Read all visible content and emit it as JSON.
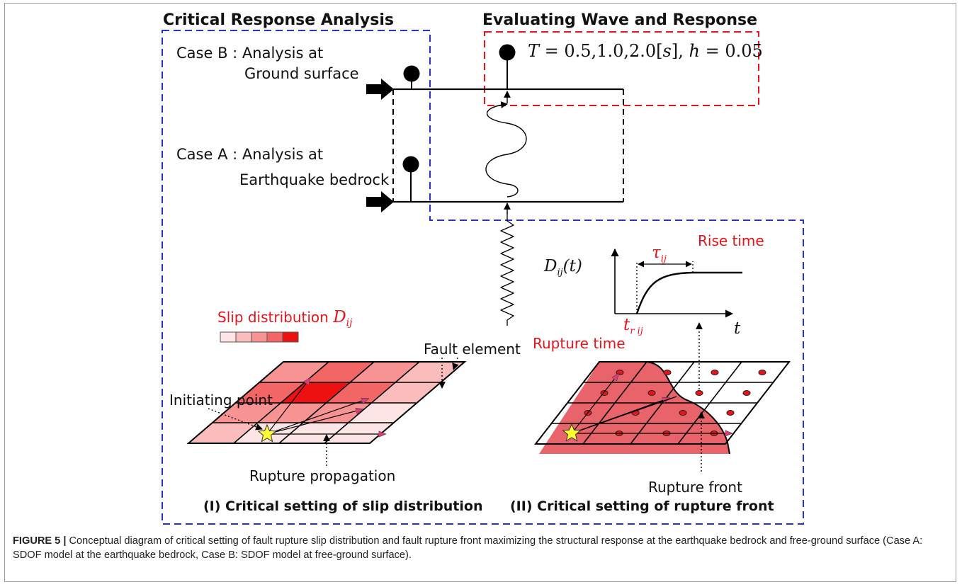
{
  "panels": {
    "critical_response_title": "Critical Response Analysis",
    "evaluating_title": "Evaluating Wave and Response"
  },
  "cases": {
    "b_line1": "Case B : Analysis at",
    "b_line2": "Ground surface",
    "a_line1": "Case A : Analysis at",
    "a_line2": "Earthquake bedrock"
  },
  "parameters": {
    "period_symbol": "T",
    "period_values": "= 0.5,1.0,2.0[",
    "period_unit": "s",
    "period_close": "],",
    "damping_symbol": "h",
    "damping_value": "= 0.05"
  },
  "slip_panel": {
    "legend_label": "Slip distribution",
    "legend_symbol": "D",
    "legend_subscript": "ij",
    "legend_colors": [
      "#fde5e5",
      "#fbbcbc",
      "#f89393",
      "#f36666",
      "#ee1111"
    ],
    "fault_element": "Fault element",
    "initiating_point": "Initiating point",
    "rupture_propagation": "Rupture propagation",
    "heading": "(I) Critical setting of slip distribution"
  },
  "front_panel": {
    "rise_time": "Rise time",
    "tau_symbol": "τ",
    "tau_subscript": "ij",
    "d_symbol": "D",
    "d_subscript": "ij",
    "d_argument": "(t)",
    "t_axis": "t",
    "tr_symbol": "t",
    "tr_subscript": "r ij",
    "rupture_time": "Rupture time",
    "rupture_front": "Rupture front",
    "heading": "(II) Critical setting of rupture front"
  },
  "colors": {
    "blue_dashed": "#2533d6",
    "red_dashed": "#e8141b",
    "fault_fill": "#e9646a",
    "star": "#ffff33",
    "arrow": "#e23a78"
  },
  "caption": {
    "label": "FIGURE 5 |",
    "text": " Conceptual diagram of critical setting of fault rupture slip distribution and fault rupture front maximizing the structural response at the earthquake bedrock and free-ground surface (Case A: SDOF model at the earthquake bedrock, Case B: SDOF model at free-ground surface)."
  }
}
